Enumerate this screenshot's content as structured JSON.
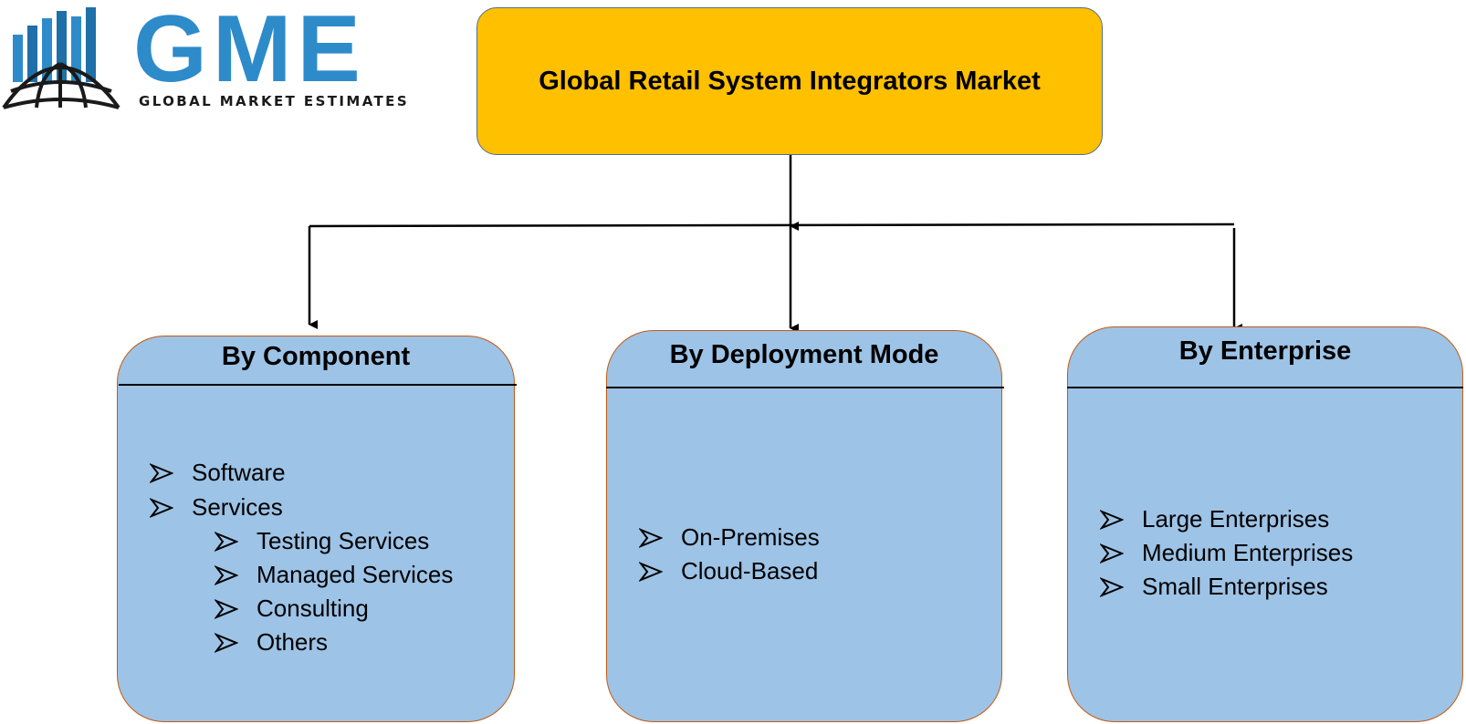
{
  "logo": {
    "letters": "GME",
    "subtitle": "GLOBAL MARKET ESTIMATES",
    "icon": "globe-bar-chart-icon"
  },
  "title": "Global Retail System Integrators Market",
  "colors": {
    "title_fill": "#ffc000",
    "box_fill": "#9dc3e6",
    "box_border": "#c55a11",
    "logo_blue": "#2e8bc9"
  },
  "segments": [
    {
      "heading": "By Component",
      "items": [
        {
          "label": "Software",
          "level": 1
        },
        {
          "label": "Services",
          "level": 1
        },
        {
          "label": "Testing Services",
          "level": 2
        },
        {
          "label": "Managed Services",
          "level": 2
        },
        {
          "label": "Consulting",
          "level": 2
        },
        {
          "label": "Others",
          "level": 2
        }
      ]
    },
    {
      "heading": "By Deployment Mode",
      "items": [
        {
          "label": "On-Premises",
          "level": 1
        },
        {
          "label": "Cloud-Based",
          "level": 1
        }
      ]
    },
    {
      "heading": "By Enterprise",
      "items": [
        {
          "label": "Large Enterprises",
          "level": 1
        },
        {
          "label": "Medium Enterprises",
          "level": 1
        },
        {
          "label": "Small Enterprises",
          "level": 1
        }
      ]
    }
  ]
}
